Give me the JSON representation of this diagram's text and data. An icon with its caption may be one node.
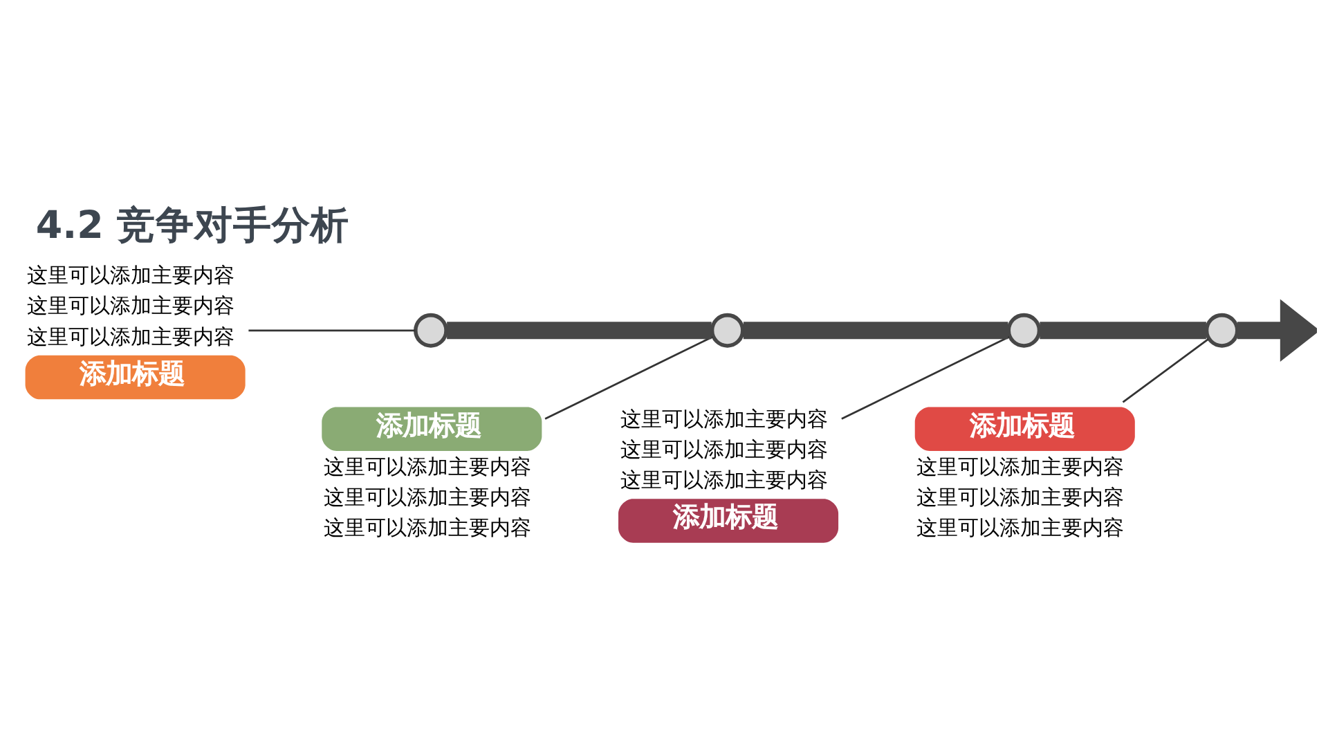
{
  "diagram": {
    "title": "4.2 竞争对手分析",
    "nodes": [
      {
        "text": [
          "添加标题"
        ],
        "beside": [
          "这里可以添加主要内容",
          "这里可以添加主要内容",
          "这里可以添加主要内容"
        ]
      },
      {
        "text": [
          "添加标题"
        ],
        "beside": [
          "这里可以添加主要内容",
          "这里可以添加主要内容",
          "这里可以添加主要内容"
        ]
      },
      {
        "text": [
          "添加标题"
        ],
        "beside": [
          "这里可以添加主要内容",
          "这里可以添加主要内容",
          "这里可以添加主要内容"
        ]
      },
      {
        "text": [
          "添加标题"
        ],
        "beside": [
          "这里可以添加主要内容",
          "这里可以添加主要内容",
          "这里可以添加主要内容"
        ]
      },
      {
        "text": [],
        "shape": "circle"
      },
      {
        "text": [],
        "shape": "circle"
      },
      {
        "text": [],
        "shape": "circle"
      },
      {
        "text": [],
        "shape": "circle"
      }
    ],
    "edges": [
      {
        "from": 4,
        "to": 5,
        "arrow": "none",
        "style": "thick",
        "color": "#474747"
      },
      {
        "from": 5,
        "to": 6,
        "arrow": "none",
        "style": "thick",
        "color": "#474747"
      },
      {
        "from": 6,
        "to": 7,
        "arrow": "none",
        "style": "thick",
        "color": "#474747"
      },
      {
        "from": 7,
        "to": null,
        "arrow": "to",
        "style": "thick",
        "color": "#474747"
      },
      {
        "from": 0,
        "to": 4,
        "arrow": "none"
      },
      {
        "from": 1,
        "to": 6,
        "arrow": "none"
      },
      {
        "from": 2,
        "to": 5,
        "arrow": "none"
      },
      {
        "from": 3,
        "to": 7,
        "arrow": "none"
      }
    ]
  }
}
